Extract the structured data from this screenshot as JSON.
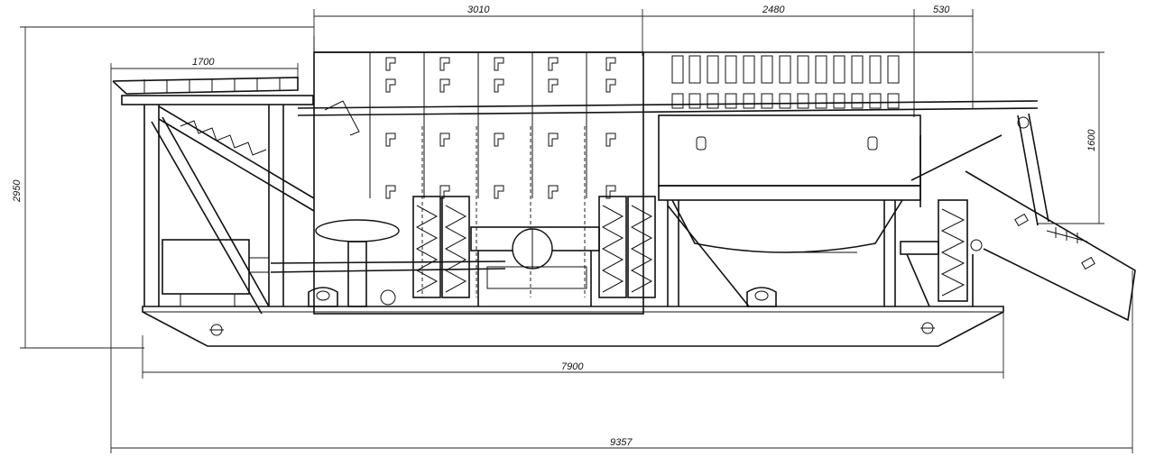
{
  "dimensions": {
    "top_hopper_width": "1700",
    "top_segment_1": "3010",
    "top_segment_2": "2480",
    "top_segment_3": "530",
    "height_left": "2950",
    "height_right": "1600",
    "base_length": "7900",
    "overall_length": "9357"
  }
}
